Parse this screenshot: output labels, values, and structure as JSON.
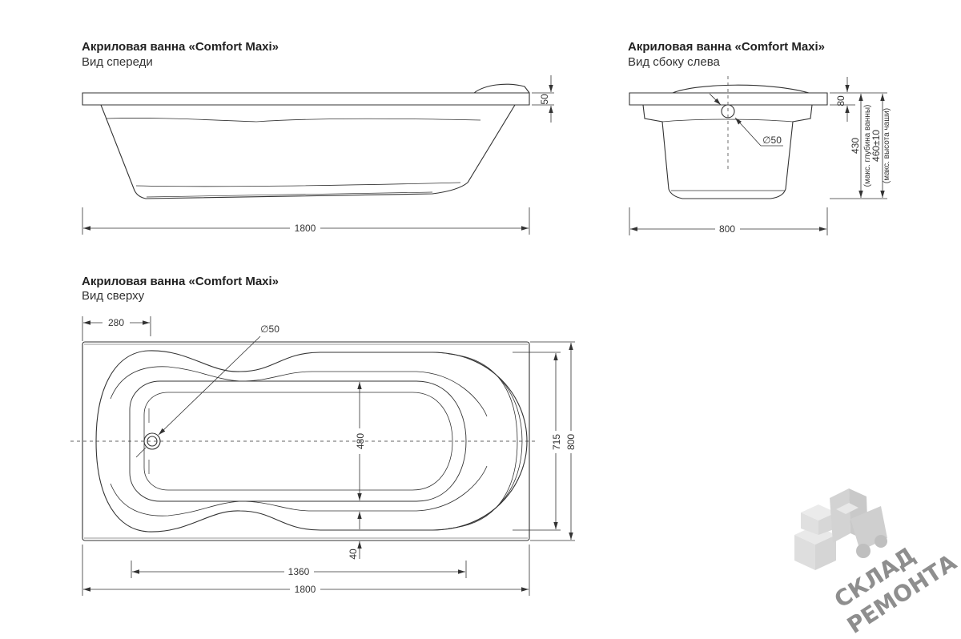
{
  "front_view": {
    "title": "Акриловая ванна «Comfort Maxi»",
    "subtitle": "Вид спереди",
    "dim_length": "1800",
    "dim_rim": "50"
  },
  "side_view": {
    "title": "Акриловая ванна «Comfort Maxi»",
    "subtitle": "Вид сбоку слева",
    "dim_width": "800",
    "dim_rim": "80",
    "dim_drain": "∅50",
    "dim_depth": "430",
    "dim_depth_note": "(макс. глубина ванны)",
    "dim_height": "460±10",
    "dim_height_note": "(макс. высота чаши)"
  },
  "top_view": {
    "title": "Акриловая ванна «Comfort Maxi»",
    "subtitle": "Вид сверху",
    "dim_drain_offset": "280",
    "dim_drain": "∅50",
    "dim_inner_width": "480",
    "dim_bowl_width": "715",
    "dim_width": "800",
    "dim_edge": "40",
    "dim_inner_length": "1360",
    "dim_length": "1800"
  },
  "watermark": {
    "line1": "СКЛАД",
    "line2": "РЕМОНТА"
  }
}
